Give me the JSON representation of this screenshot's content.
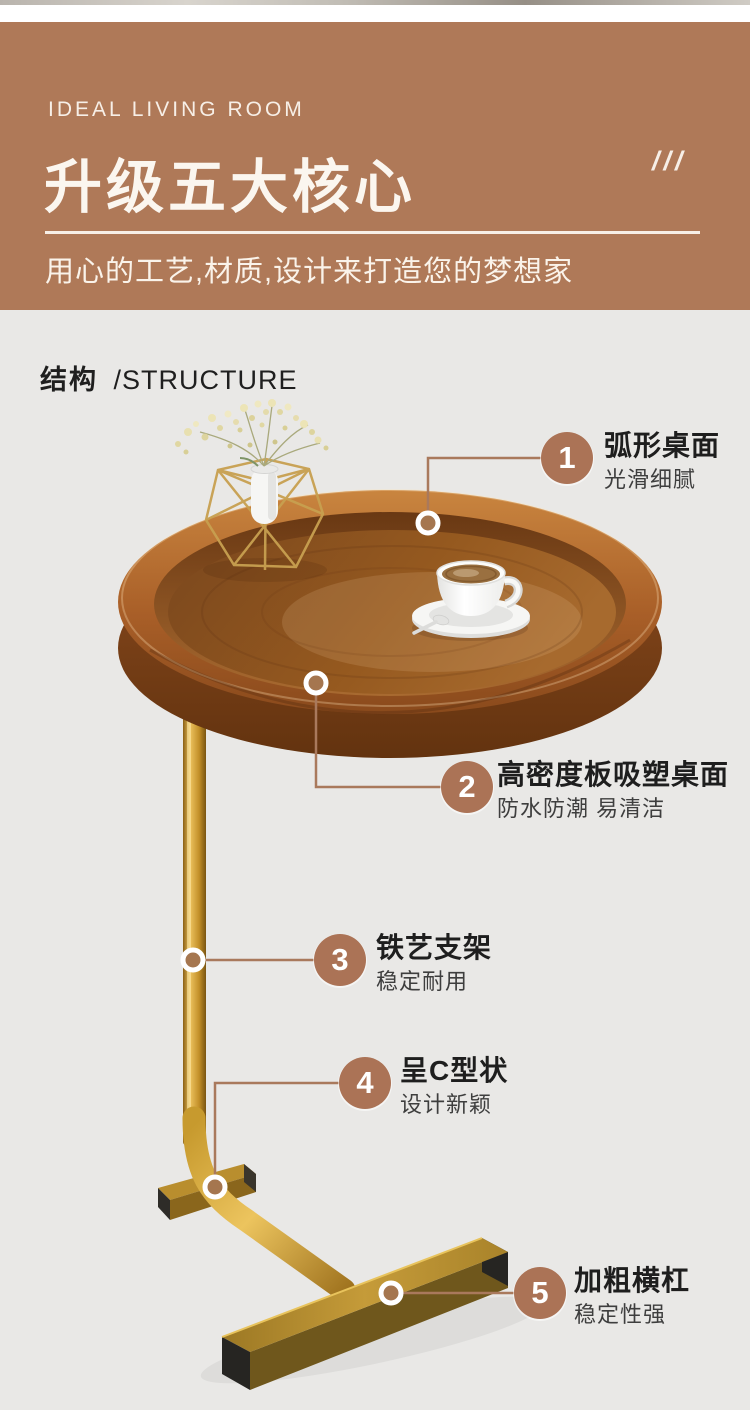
{
  "colors": {
    "header_bg": "#af7958",
    "body_bg": "#e9e8e6",
    "accent_circle": "#ab7356",
    "connector": "#a9795c",
    "header_text": "#f9f2ea"
  },
  "header": {
    "eyebrow": "IDEAL LIVING ROOM",
    "title": "升级五大核心",
    "slashes": "///",
    "subtitle": "用心的工艺,材质,设计来打造您的梦想家"
  },
  "section": {
    "title_zh": "结构",
    "title_en": "/STRUCTURE"
  },
  "callouts": [
    {
      "num": "1",
      "title": "弧形桌面",
      "desc": "光滑细腻"
    },
    {
      "num": "2",
      "title": "高密度板吸塑桌面",
      "desc": "防水防潮 易清洁"
    },
    {
      "num": "3",
      "title": "铁艺支架",
      "desc": "稳定耐用"
    },
    {
      "num": "4",
      "title": "呈C型状",
      "desc": "设计新颖"
    },
    {
      "num": "5",
      "title": "加粗横杠",
      "desc": "稳定性强"
    }
  ],
  "illustration": {
    "description": "C形铁艺边几：弧形木质桌面、金色C型支架、加粗横杠底座，桌面放置金色几何花器与白色咖啡杯"
  }
}
